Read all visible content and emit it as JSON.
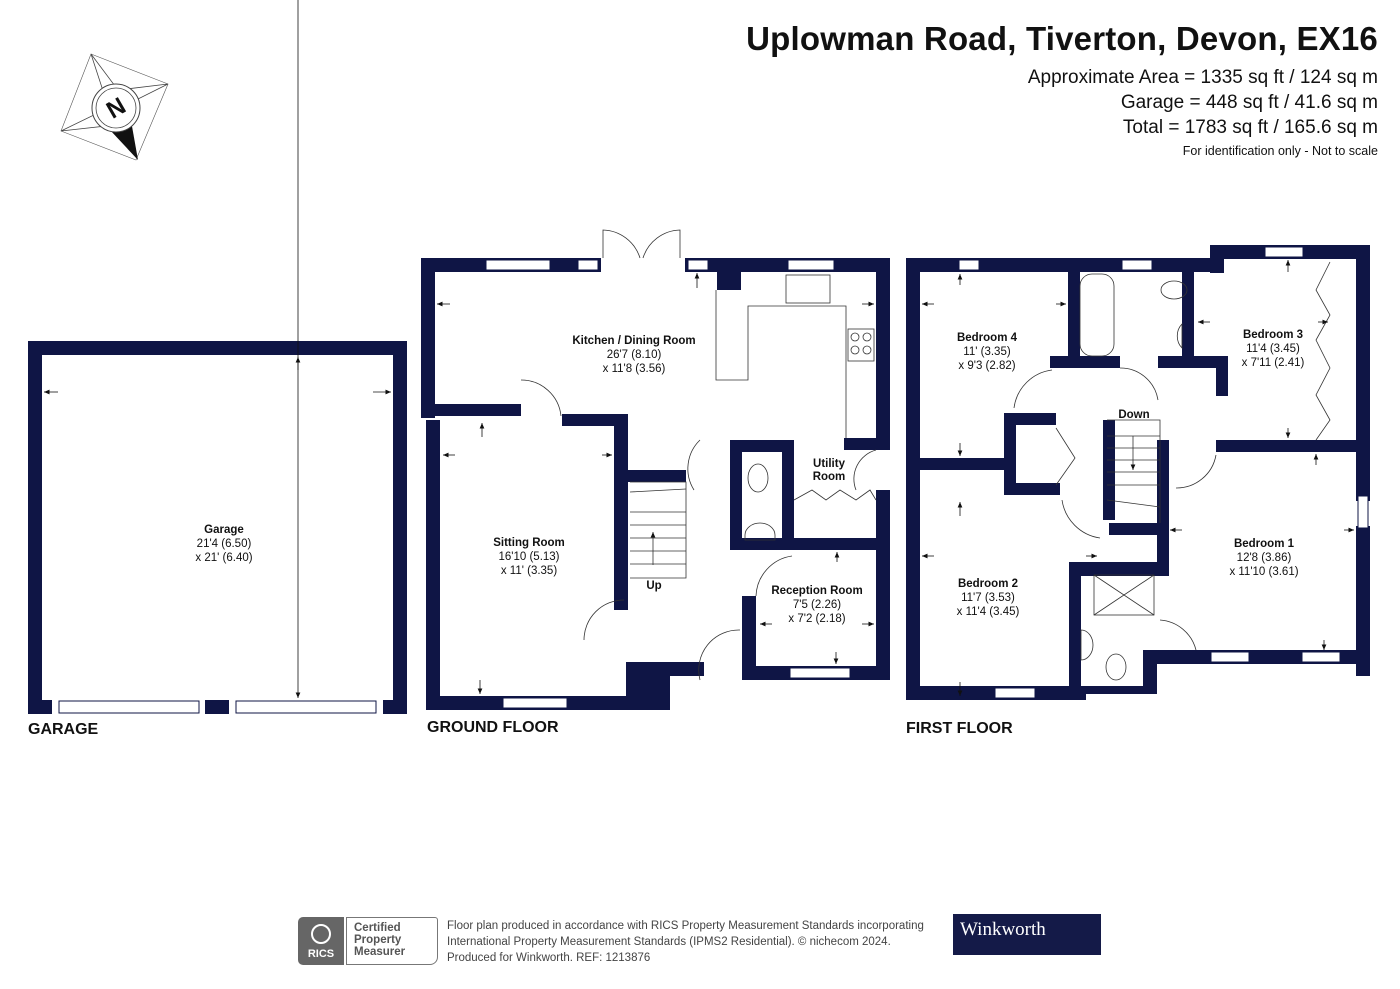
{
  "header": {
    "title": "Uplowman Road, Tiverton, Devon, EX16",
    "approximate_area": "Approximate Area = 1335 sq ft / 124 sq m",
    "garage_area": "Garage = 448 sq ft / 41.6 sq m",
    "total_area": "Total = 1783 sq ft / 165.6 sq m",
    "disclaimer": "For identification only - Not to scale"
  },
  "compass": {
    "icon": "north-compass-icon",
    "letter": "N"
  },
  "colors": {
    "wall": "#0f1545",
    "brand": "#141a48",
    "rics_grey": "#666666"
  },
  "floors": {
    "garage": {
      "label": "GARAGE",
      "rooms": [
        {
          "name": "Garage",
          "dim1": "21'4 (6.50)",
          "dim2": "x 21' (6.40)"
        }
      ]
    },
    "ground": {
      "label": "GROUND FLOOR",
      "rooms": [
        {
          "name": "Kitchen / Dining Room",
          "dim1": "26'7 (8.10)",
          "dim2": "x 11'8 (3.56)"
        },
        {
          "name": "Sitting Room",
          "dim1": "16'10 (5.13)",
          "dim2": "x 11' (3.35)"
        },
        {
          "name": "Reception Room",
          "dim1": "7'5 (2.26)",
          "dim2": "x 7'2 (2.18)"
        }
      ],
      "utility_line1": "Utility",
      "utility_line2": "Room",
      "stairs_label": "Up"
    },
    "first": {
      "label": "FIRST FLOOR",
      "rooms": [
        {
          "name": "Bedroom 4",
          "dim1": "11' (3.35)",
          "dim2": "x 9'3 (2.82)"
        },
        {
          "name": "Bedroom 3",
          "dim1": "11'4 (3.45)",
          "dim2": "x 7'11 (2.41)"
        },
        {
          "name": "Bedroom 2",
          "dim1": "11'7 (3.53)",
          "dim2": "x 11'4 (3.45)"
        },
        {
          "name": "Bedroom 1",
          "dim1": "12'8 (3.86)",
          "dim2": "x 11'10 (3.61)"
        }
      ],
      "stairs_label": "Down"
    }
  },
  "footer": {
    "rics_logo_text": "RICS",
    "rics_badge": [
      "Certified",
      "Property",
      "Measurer"
    ],
    "text_line1": "Floor plan produced in accordance with RICS Property Measurement Standards incorporating",
    "text_line2": "International Property Measurement Standards (IPMS2 Residential).   © nichecom 2024.",
    "text_line3": "Produced for Winkworth.   REF:  1213876",
    "brand": "Winkworth"
  }
}
